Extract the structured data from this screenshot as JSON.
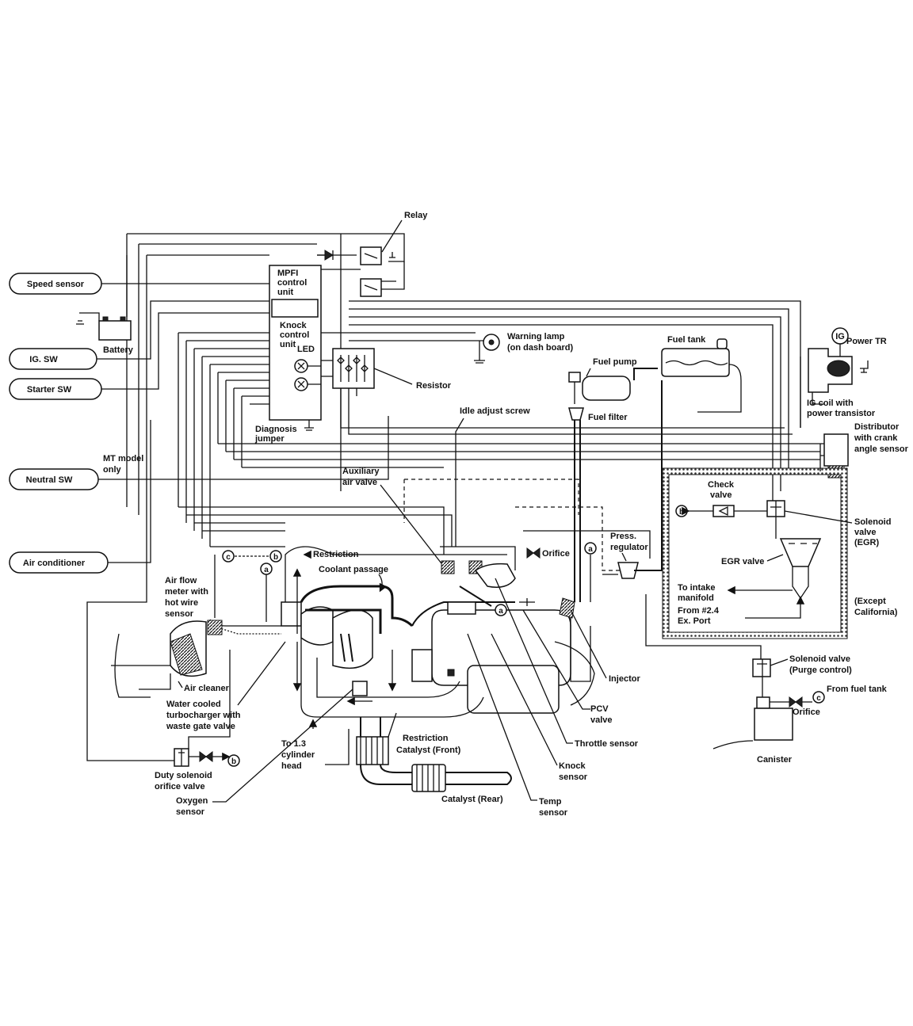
{
  "pills": {
    "speed_sensor": "Speed sensor",
    "ig_sw": "IG. SW",
    "starter_sw": "Starter SW",
    "neutral_sw": "Neutral SW",
    "air_conditioner": "Air conditioner"
  },
  "labels": {
    "relay": "Relay",
    "battery": "Battery",
    "mpfi_1": "MPFI",
    "mpfi_2": "control",
    "mpfi_3": "unit",
    "knock_1": "Knock",
    "knock_2": "control",
    "knock_3": "unit",
    "led": "LED",
    "resistor": "Resistor",
    "diag_1": "Diagnosis",
    "diag_2": "jumper",
    "mt_1": "MT model",
    "mt_2": "only",
    "warning_1": "Warning lamp",
    "warning_2": "(on dash board)",
    "fuel_tank": "Fuel tank",
    "fuel_pump": "Fuel pump",
    "fuel_filter": "Fuel filter",
    "ig": "IG",
    "power_tr": "Power TR",
    "igcoil_1": "IG coil with",
    "igcoil_2": "power transistor",
    "dist_1": "Distributor",
    "dist_2": "with crank",
    "dist_3": "angle sensor",
    "idle_adjust": "Idle adjust screw",
    "aux_1": "Auxiliary",
    "aux_2": "air valve",
    "check_1": "Check",
    "check_2": "valve",
    "sol_egr_1": "Solenoid",
    "sol_egr_2": "valve",
    "sol_egr_3": "(EGR)",
    "egr_valve": "EGR valve",
    "to_intake_1": "To intake",
    "to_intake_2": "manifold",
    "from24_1": "From #2.4",
    "from24_2": "Ex. Port",
    "except_1": "(Except",
    "except_2": "California)",
    "press_1": "Press.",
    "press_2": "regulator",
    "orifice": "Orifice",
    "restriction": "Restriction",
    "coolant": "Coolant passage",
    "airflow_1": "Air flow",
    "airflow_2": "meter with",
    "airflow_3": "hot wire",
    "airflow_4": "sensor",
    "air_cleaner": "Air cleaner",
    "turbo_1": "Water cooled",
    "turbo_2": "turbocharger with",
    "turbo_3": "waste gate valve",
    "to13_1": "To 1.3",
    "to13_2": "cylinder",
    "to13_3": "head",
    "duty_1": "Duty solenoid",
    "duty_2": "orifice valve",
    "oxygen_1": "Oxygen",
    "oxygen_2": "sensor",
    "restriction2": "Restriction",
    "cat_front": "Catalyst (Front)",
    "cat_rear": "Catalyst (Rear)",
    "temp_1": "Temp",
    "temp_2": "sensor",
    "knock_s_1": "Knock",
    "knock_s_2": "sensor",
    "throttle": "Throttle sensor",
    "pcv_1": "PCV",
    "pcv_2": "valve",
    "injector": "Injector",
    "sol_purge_1": "Solenoid valve",
    "sol_purge_2": "(Purge control)",
    "from_fuel": "From fuel tank",
    "orifice2": "Orifice",
    "canister": "Canister",
    "circ_a": "a",
    "circ_b": "b",
    "circ_c": "c"
  }
}
